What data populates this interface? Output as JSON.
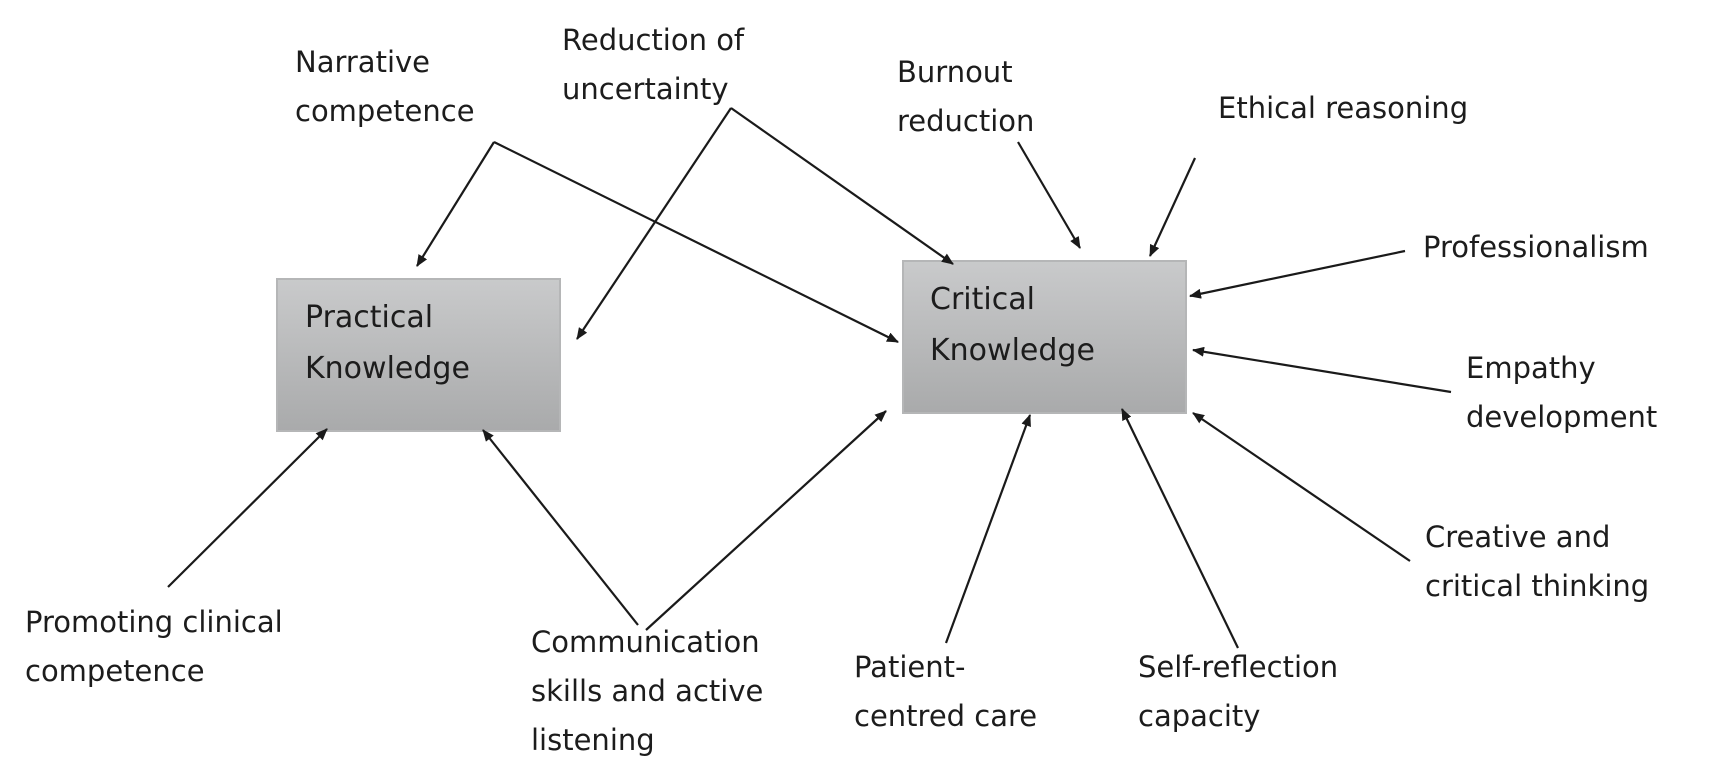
{
  "diagram": {
    "boxes": {
      "practical": {
        "line1": "Practical",
        "line2": "Knowledge"
      },
      "critical": {
        "line1": "Critical",
        "line2": "Knowledge"
      }
    },
    "nodes": {
      "narrative": {
        "line1": "Narrative",
        "line2": "competence"
      },
      "uncertainty": {
        "line1": "Reduction of",
        "line2": "uncertainty"
      },
      "burnout": {
        "line1": "Burnout",
        "line2": "reduction"
      },
      "ethical": {
        "line1": "Ethical reasoning"
      },
      "professionalism": {
        "line1": "Professionalism"
      },
      "empathy": {
        "line1": "Empathy",
        "line2": "development"
      },
      "creative": {
        "line1": "Creative and",
        "line2": "critical thinking"
      },
      "selfreflection": {
        "line1": "Self-reflection",
        "line2": "capacity"
      },
      "patient": {
        "line1": "Patient-",
        "line2": "centred care"
      },
      "communication": {
        "line1": "Communication",
        "line2": "skills and active",
        "line3": "listening"
      },
      "clinical": {
        "line1": "Promoting clinical",
        "line2": "competence"
      }
    }
  }
}
